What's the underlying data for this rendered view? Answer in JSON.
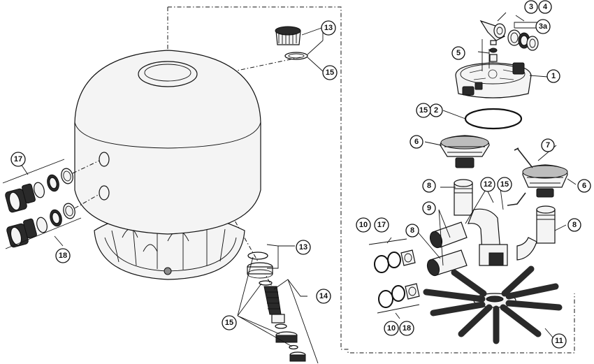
{
  "callouts": [
    {
      "id": "c1",
      "label": "1"
    },
    {
      "id": "c2",
      "label": "2"
    },
    {
      "id": "c3",
      "label": "3"
    },
    {
      "id": "c3a",
      "label": "3a"
    },
    {
      "id": "c4",
      "label": "4"
    },
    {
      "id": "c5",
      "label": "5"
    },
    {
      "id": "c6a",
      "label": "6"
    },
    {
      "id": "c6b",
      "label": "6"
    },
    {
      "id": "c7",
      "label": "7"
    },
    {
      "id": "c8a",
      "label": "8"
    },
    {
      "id": "c8b",
      "label": "8"
    },
    {
      "id": "c8c",
      "label": "8"
    },
    {
      "id": "c9",
      "label": "9"
    },
    {
      "id": "c10a",
      "label": "10"
    },
    {
      "id": "c10b",
      "label": "10"
    },
    {
      "id": "c11",
      "label": "11"
    },
    {
      "id": "c12",
      "label": "12"
    },
    {
      "id": "c13a",
      "label": "13"
    },
    {
      "id": "c13b",
      "label": "13"
    },
    {
      "id": "c14",
      "label": "14"
    },
    {
      "id": "c15a",
      "label": "15"
    },
    {
      "id": "c15b",
      "label": "15"
    },
    {
      "id": "c15c",
      "label": "15"
    },
    {
      "id": "c15d",
      "label": "15"
    },
    {
      "id": "c17a",
      "label": "17"
    },
    {
      "id": "c17b",
      "label": "17"
    },
    {
      "id": "c18a",
      "label": "18"
    },
    {
      "id": "c18b",
      "label": "18"
    }
  ]
}
